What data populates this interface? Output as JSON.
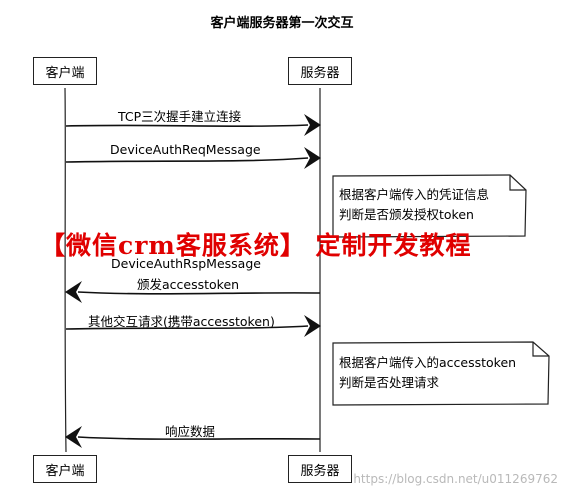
{
  "title": "客户端服务器第一次交互",
  "actors": {
    "client": "客户端",
    "server": "服务器"
  },
  "messages": [
    {
      "label": "TCP三次握手建立连接"
    },
    {
      "label": "DeviceAuthReqMessage"
    },
    {
      "label_line1": "DeviceAuthRspMessage",
      "label_line2": "颁发accesstoken"
    },
    {
      "label": "其他交互请求(携带accesstoken)"
    },
    {
      "label": "响应数据"
    }
  ],
  "notes": [
    {
      "line1": "根据客户端传入的凭证信息",
      "line2": "判断是否颁发授权token"
    },
    {
      "line1": "根据客户端传入的accesstoken",
      "line2": "判断是否处理请求"
    }
  ],
  "watermark": "【微信crm客服系统】 定制开发教程",
  "footer": "https://blog.csdn.net/u011269762"
}
